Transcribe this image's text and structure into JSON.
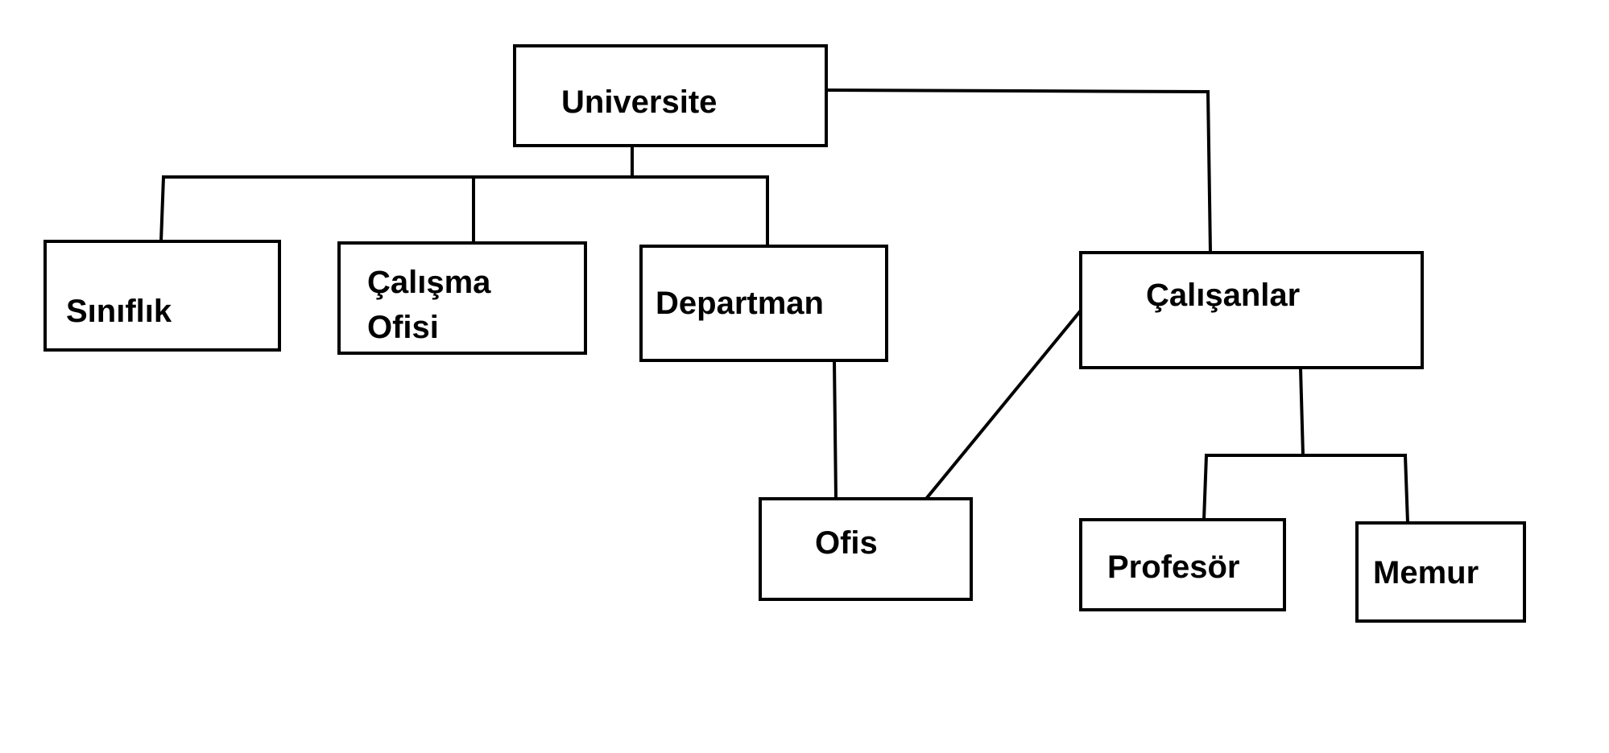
{
  "diagram": {
    "nodes": {
      "universite": {
        "label": "Universite"
      },
      "siniflik": {
        "label": "Sınıflık"
      },
      "calisma_ofisi": {
        "line1": "Çalışma",
        "line2": "Ofisi"
      },
      "departman": {
        "label": "Departman"
      },
      "calisanlar": {
        "label": "Çalışanlar"
      },
      "ofis": {
        "label": "Ofis"
      },
      "profesor": {
        "label": "Profesör"
      },
      "memur": {
        "label": "Memur"
      }
    },
    "edges": [
      {
        "from": "Universite",
        "to": "Sınıflık"
      },
      {
        "from": "Universite",
        "to": "Çalışma Ofisi"
      },
      {
        "from": "Universite",
        "to": "Departman"
      },
      {
        "from": "Universite",
        "to": "Çalışanlar"
      },
      {
        "from": "Departman",
        "to": "Ofis"
      },
      {
        "from": "Çalışanlar",
        "to": "Ofis"
      },
      {
        "from": "Çalışanlar",
        "to": "Profesör"
      },
      {
        "from": "Çalışanlar",
        "to": "Memur"
      }
    ],
    "line_color": "#000000",
    "box_fill": "#ffffff"
  }
}
